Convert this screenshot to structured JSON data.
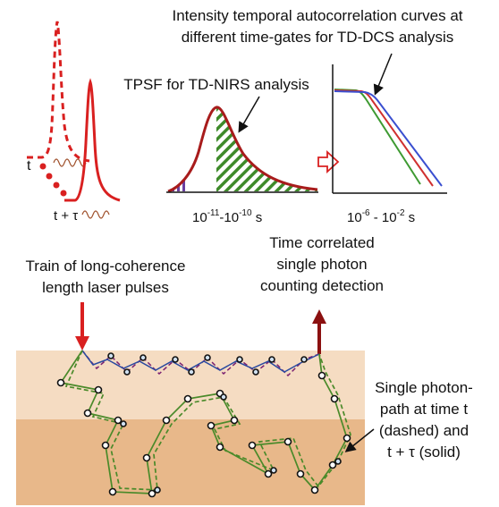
{
  "labels": {
    "dcs_title_line1": "Intensity temporal autocorrelation curves at",
    "dcs_title_line2": "different time-gates for TD-DCS analysis",
    "tpsf_title": "TPSF for TD-NIRS analysis",
    "pulse_t": "t",
    "pulse_t_tau": "t + τ",
    "tpsf_axis_base": "10",
    "tpsf_axis_exp1": "-11",
    "tpsf_axis_mid": "-10",
    "tpsf_axis_exp2": "-10",
    "tpsf_axis_unit": " s",
    "corr_axis_base1": "10",
    "corr_axis_exp1": "-6",
    "corr_axis_mid": " - 10",
    "corr_axis_exp2": "-2",
    "corr_axis_unit": " s",
    "train_line1": "Train of long-coherence",
    "train_line2": "length laser pulses",
    "tcspc_line1": "Time correlated",
    "tcspc_line2": "single photon",
    "tcspc_line3": "counting detection",
    "path_line1": "Single photon-",
    "path_line2": "path at time t",
    "path_line3": "(dashed) and",
    "path_line4": "t + τ (solid)"
  },
  "colors": {
    "pulse_red": "#d92020",
    "tpsf_outline": "#a81c1c",
    "gate_purple": "#6a3fa0",
    "gate_green": "#3e8a2a",
    "curve_blue": "#3a4fd0",
    "curve_red": "#d03030",
    "curve_green": "#3e9a32",
    "tissue_top": "#f5dcc2",
    "tissue_bottom": "#e8b88a",
    "path_purple": "#7a2070",
    "path_green": "#4a8a2a",
    "arrow_dark": "#8b1010"
  }
}
